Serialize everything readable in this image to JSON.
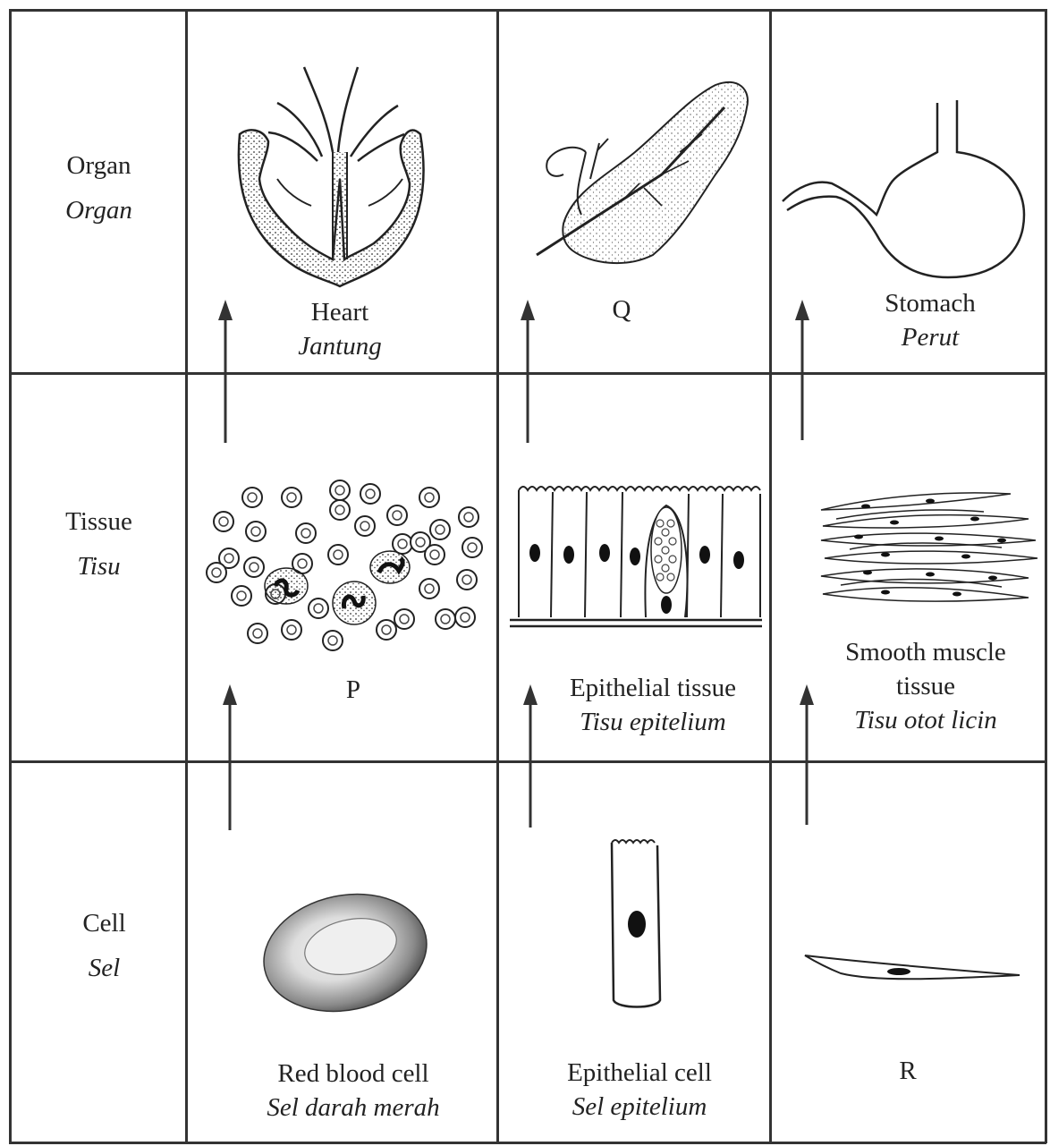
{
  "rows": [
    {
      "en": "Organ",
      "ms": "Organ"
    },
    {
      "en": "Tissue",
      "ms": "Tisu"
    },
    {
      "en": "Cell",
      "ms": "Sel"
    }
  ],
  "organ": {
    "heart": {
      "en": "Heart",
      "ms": "Jantung"
    },
    "q": {
      "label": "Q"
    },
    "stomach": {
      "en": "Stomach",
      "ms": "Perut"
    }
  },
  "tissue": {
    "p": {
      "label": "P"
    },
    "epithelial": {
      "en": "Epithelial tissue",
      "ms": "Tisu epitelium"
    },
    "smooth": {
      "en1": "Smooth muscle",
      "en2": "tissue",
      "ms": "Tisu otot licin"
    }
  },
  "cell": {
    "rbc": {
      "en": "Red blood cell",
      "ms": "Sel darah merah"
    },
    "epithelial": {
      "en": "Epithelial cell",
      "ms": "Sel epitelium"
    },
    "r": {
      "label": "R"
    }
  }
}
